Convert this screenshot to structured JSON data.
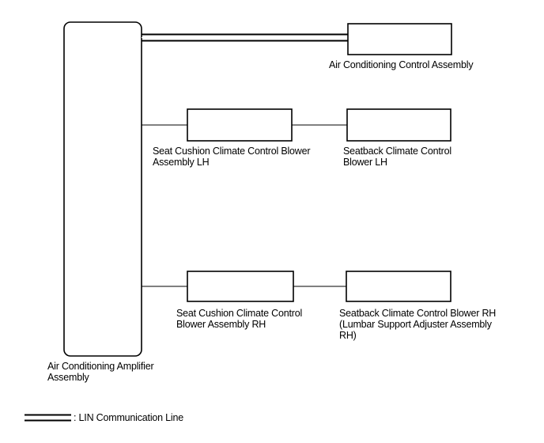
{
  "components": {
    "amplifier": {
      "line1": "Air Conditioning Amplifier",
      "line2": "Assembly"
    },
    "ac_control": {
      "line1": "Air Conditioning Control Assembly"
    },
    "seat_cushion_lh": {
      "line1": "Seat Cushion Climate Control Blower",
      "line2": "Assembly LH"
    },
    "seatback_lh": {
      "line1": "Seatback Climate Control",
      "line2": "Blower LH"
    },
    "seat_cushion_rh": {
      "line1": "Seat Cushion Climate Control",
      "line2": "Blower Assembly RH"
    },
    "seatback_rh": {
      "line1": "Seatback Climate Control Blower RH",
      "line2": "(Lumbar Support Adjuster Assembly",
      "line3": "RH)"
    }
  },
  "legend": {
    "label": ": LIN Communication Line"
  }
}
